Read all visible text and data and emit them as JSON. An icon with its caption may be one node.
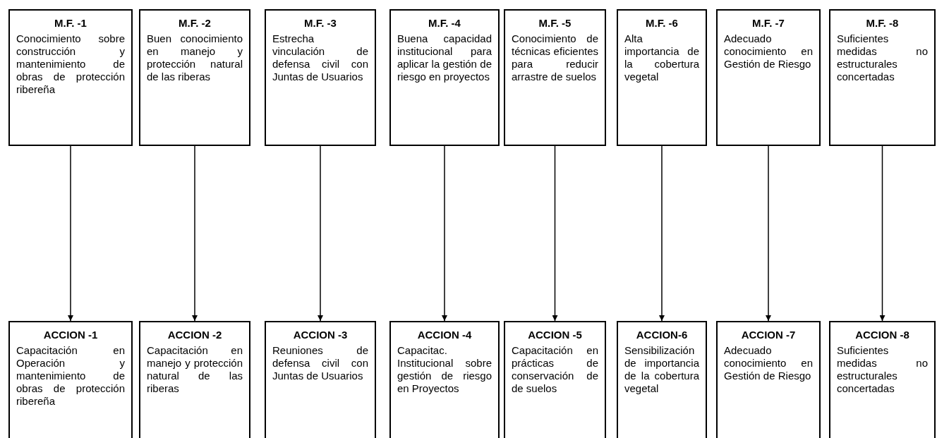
{
  "diagram": {
    "nodes": [
      {
        "text": [
          "M.F. -1",
          "Conocimiento sobre construcción y mantenimiento de obras de protección ribereña"
        ]
      },
      {
        "text": [
          "M.F. -2",
          "Buen conocimiento en manejo y protección natural de las riberas"
        ]
      },
      {
        "text": [
          "M.F. -3",
          "Estrecha vinculación de defensa civil con Juntas de Usuarios"
        ]
      },
      {
        "text": [
          "M.F. -4",
          "Buena capacidad institucional para aplicar la gestión de riesgo en proyectos"
        ]
      },
      {
        "text": [
          "M.F. -5",
          "Conocimiento de técnicas eficientes para reducir arrastre de suelos"
        ]
      },
      {
        "text": [
          "M.F. -6",
          "Alta importancia de la cobertura vegetal"
        ]
      },
      {
        "text": [
          "M.F. -7",
          "Adecuado conocimiento en Gestión de Riesgo"
        ]
      },
      {
        "text": [
          "M.F. -8",
          "Suficientes medidas no estructurales concertadas"
        ]
      },
      {
        "text": [
          "ACCION -1",
          "Capacitación en Operación y mantenimiento de obras de protección ribereña"
        ]
      },
      {
        "text": [
          "ACCION -2",
          "Capacitación en manejo y protección natural de las riberas"
        ]
      },
      {
        "text": [
          "ACCION -3",
          "Reuniones de defensa civil con Juntas de Usuarios"
        ]
      },
      {
        "text": [
          "ACCION -4",
          "Capacitac. Institucional sobre gestión de riesgo en Proyectos"
        ]
      },
      {
        "text": [
          "ACCION -5",
          "Capacitación en prácticas de conservación de de suelos"
        ]
      },
      {
        "text": [
          "ACCION-6",
          "Sensibilización de importancia de la cobertura vegetal"
        ]
      },
      {
        "text": [
          "ACCION -7",
          "Adecuado conocimiento en Gestión de Riesgo"
        ]
      },
      {
        "text": [
          "ACCION -8",
          "Suficientes medidas no estructurales concertadas"
        ]
      }
    ],
    "edges": [
      {
        "from": 0,
        "to": 8,
        "arrow": "to"
      },
      {
        "from": 1,
        "to": 9,
        "arrow": "to"
      },
      {
        "from": 2,
        "to": 10,
        "arrow": "to"
      },
      {
        "from": 3,
        "to": 11,
        "arrow": "to"
      },
      {
        "from": 4,
        "to": 12,
        "arrow": "to"
      },
      {
        "from": 5,
        "to": 13,
        "arrow": "to"
      },
      {
        "from": 6,
        "to": 14,
        "arrow": "to"
      },
      {
        "from": 7,
        "to": 15,
        "arrow": "to"
      }
    ]
  }
}
